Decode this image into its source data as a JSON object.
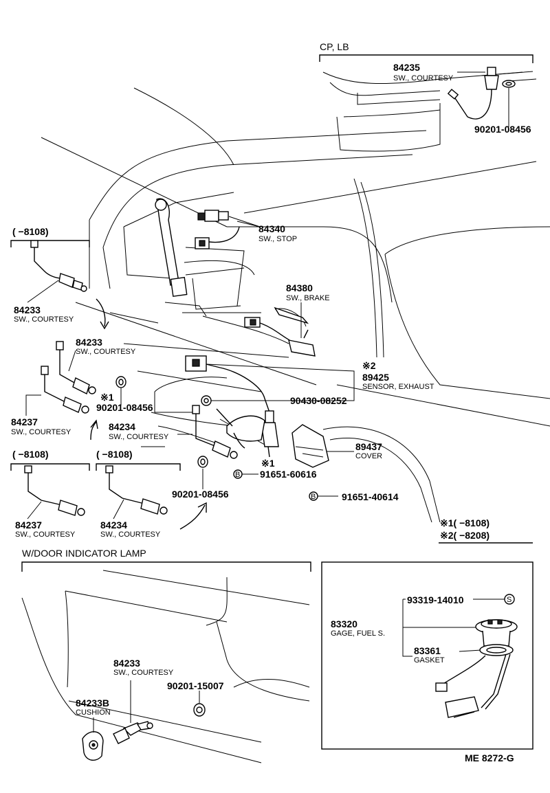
{
  "headers": {
    "cp_lb": "CP, LB",
    "door_lamp": "W/DOOR  INDICATOR  LAMP"
  },
  "ranges": {
    "r1": "(      −8108)",
    "r2": "(      −8108)",
    "r3": "(      −8108)"
  },
  "parts": {
    "p84235": {
      "num": "84235",
      "desc": "SW., COURTESY"
    },
    "p90201_top": {
      "num": "90201-08456"
    },
    "p84340": {
      "num": "84340",
      "desc": "SW., STOP"
    },
    "p84380": {
      "num": "84380",
      "desc": "SW., BRAKE"
    },
    "p84233_a": {
      "num": "84233",
      "desc": "SW., COURTESY"
    },
    "p84233_b": {
      "num": "84233",
      "desc": "SW., COURTESY"
    },
    "p89425": {
      "num": "89425",
      "desc": "SENSOR, EXHAUST"
    },
    "p90430": {
      "num": "90430-08252"
    },
    "p90201_mid": {
      "num": "90201-08456"
    },
    "p84237_a": {
      "num": "84237",
      "desc": "SW., COURTESY"
    },
    "p84234_a": {
      "num": "84234",
      "desc": "SW., COURTESY"
    },
    "p89437": {
      "num": "89437",
      "desc": "COVER"
    },
    "p91651_606": {
      "num": "91651-60616"
    },
    "p90201_low": {
      "num": "90201-08456"
    },
    "p91651_406": {
      "num": "91651-40614"
    },
    "p84237_b": {
      "num": "84237",
      "desc": "SW., COURTESY"
    },
    "p84234_b": {
      "num": "84234",
      "desc": "SW., COURTESY"
    },
    "p84233_c": {
      "num": "84233",
      "desc": "SW., COURTESY"
    },
    "p90201_15007": {
      "num": "90201-15007"
    },
    "p84233B": {
      "num": "84233B",
      "desc": "CUSHION"
    },
    "p93319": {
      "num": "93319-14010"
    },
    "p83320": {
      "num": "83320",
      "desc": "GAGE, FUEL  S."
    },
    "p83361": {
      "num": "83361",
      "desc": "GASKET"
    }
  },
  "markers": {
    "star2": "※2",
    "star1_a": "※1",
    "star1_b": "※1",
    "b_marker": "B",
    "s_marker": "S"
  },
  "legend": {
    "n1": "※1(      −8108)",
    "n2": "※2(      −8208)"
  },
  "code": "ME  8272-G"
}
